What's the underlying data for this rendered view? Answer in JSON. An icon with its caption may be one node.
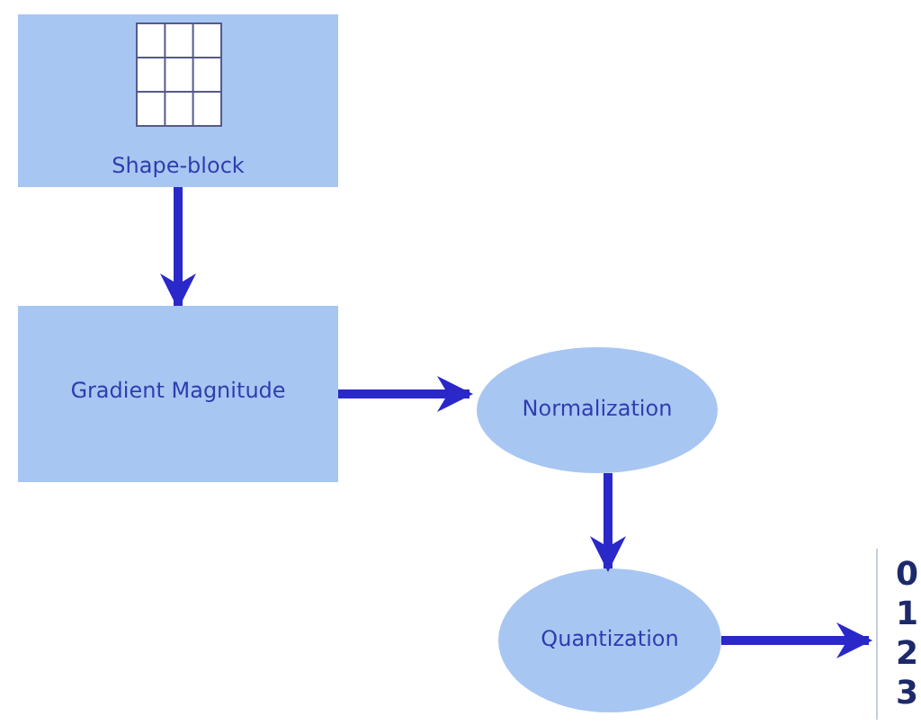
{
  "diagram": {
    "nodes": [
      {
        "text": [
          "Shape-block"
        ]
      },
      {
        "text": [
          "Gradient Magnitude"
        ]
      },
      {
        "text": [
          "Normalization"
        ]
      },
      {
        "text": [
          "Quantization"
        ]
      },
      {
        "text": [
          "0",
          "1",
          "2",
          "3"
        ]
      }
    ],
    "edges": [
      {
        "from": 0,
        "to": 1,
        "arrow": "to"
      },
      {
        "from": 1,
        "to": 2,
        "arrow": "to"
      },
      {
        "from": 2,
        "to": 3,
        "arrow": "to"
      },
      {
        "from": 3,
        "to": 4,
        "arrow": "to"
      }
    ]
  }
}
